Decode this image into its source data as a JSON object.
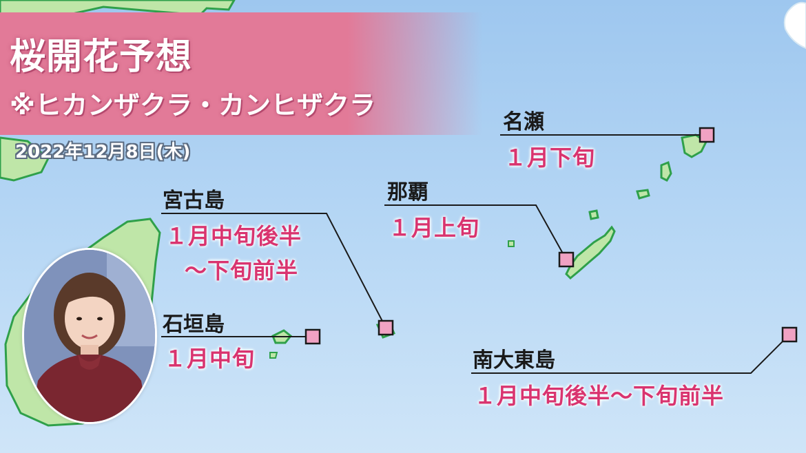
{
  "header": {
    "title": "桜開花予想",
    "subtitle": "※ヒカンザクラ・カンヒザクラ",
    "date": "2022年12月8日(木)"
  },
  "locations": [
    {
      "id": "nago",
      "name": "名瀬",
      "forecast": "１月下旬"
    },
    {
      "id": "naha",
      "name": "那覇",
      "forecast": "１月上旬"
    },
    {
      "id": "miyakojima",
      "name": "宮古島",
      "forecast_line1": "１月中旬後半",
      "forecast_line2": "～下旬前半"
    },
    {
      "id": "ishigakijima",
      "name": "石垣島",
      "forecast": "１月中旬"
    },
    {
      "id": "minamidaitojima",
      "name": "南大東島",
      "forecast": "１月中旬後半～下旬前半"
    }
  ],
  "colors": {
    "sea": "#a9cff3",
    "land": "#bfe6a8",
    "coast": "#2fa04a",
    "title_band": "#e27a98",
    "forecast_text": "#d9346f",
    "marker_fill": "#f0a2c3"
  }
}
